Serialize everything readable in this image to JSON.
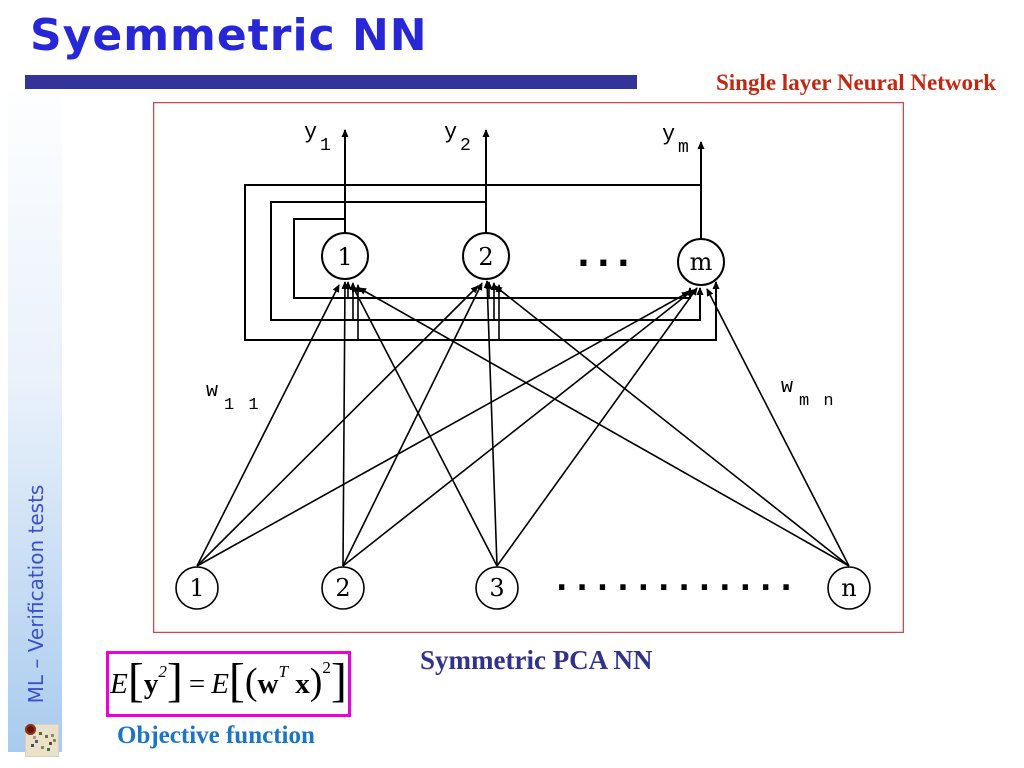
{
  "slide": {
    "title": "Syemmetric NN",
    "heading_right": "Single layer Neural Network",
    "caption": "Symmetric PCA NN",
    "objective_label": "Objective function"
  },
  "sidebar": {
    "label": "ML – Verification tests"
  },
  "formula": {
    "E": "E",
    "open_bracket": "[",
    "close_bracket": "]",
    "open_paren": "(",
    "close_paren": ")",
    "y": "y",
    "w": "w",
    "x": "x",
    "sup_two": "2",
    "sup_T": "T",
    "equals": "="
  },
  "diagram": {
    "type": "single-layer-neural-network",
    "output_nodes": [
      "1",
      "2",
      "m"
    ],
    "input_nodes": [
      "1",
      "2",
      "3",
      "n"
    ],
    "y_labels": [
      {
        "base": "y",
        "sub": "1"
      },
      {
        "base": "y",
        "sub": "2"
      },
      {
        "base": "y",
        "sub": "m"
      }
    ],
    "w_labels": [
      {
        "base": "w",
        "sub": "1 1"
      },
      {
        "base": "w",
        "sub": "m n"
      }
    ],
    "top_ellipsis": "...",
    "bottom_ellipsis": "............"
  },
  "colors": {
    "title_blue": "#2727d8",
    "bar_navy": "#333399",
    "heading_red": "#c02812",
    "caption_navy": "#32328c",
    "formula_border_magenta": "#ee00dd",
    "objective_blue": "#1a75c8",
    "diagram_border_red": "#cc4747",
    "sidebar_text_blue": "#3a50cc",
    "diagram_ink": "#000000"
  }
}
